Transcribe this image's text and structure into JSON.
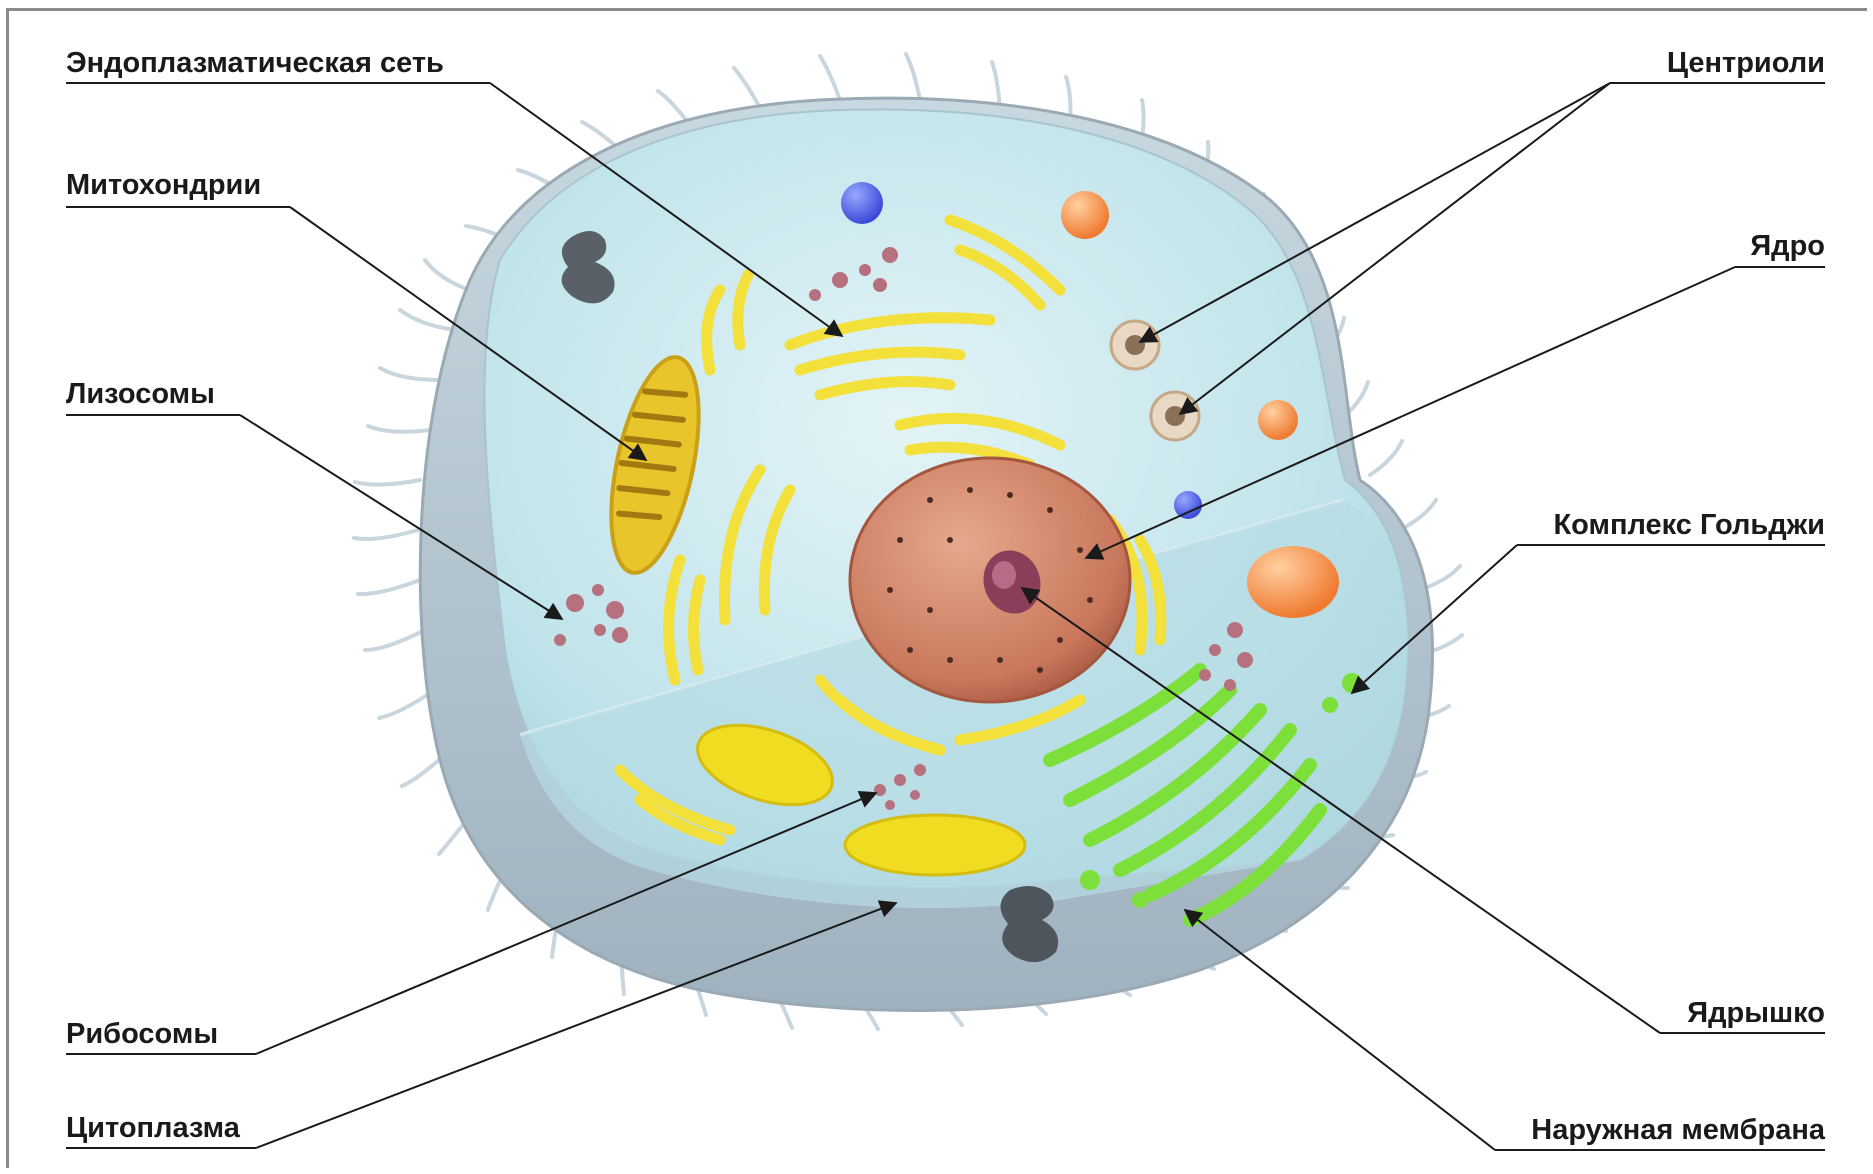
{
  "labels": {
    "endoplasmic_reticulum": "Эндоплазматическая сеть",
    "mitochondria": "Митохондрии",
    "lysosomes": "Лизосомы",
    "ribosomes": "Рибосомы",
    "cytoplasm": "Цитоплазма",
    "centrioles": "Центриоли",
    "nucleus": "Ядро",
    "golgi": "Комплекс Гольджи",
    "nucleolus": "Ядрышко",
    "outer_membrane": "Наружная мембрана"
  },
  "colors": {
    "cytoplasm": "#bfe3ea",
    "membrane": "#aab8c2",
    "er": "#f3e03a",
    "golgi": "#7de03a",
    "nucleus": "#c9785c",
    "nucleolus": "#8a3e5a",
    "mitochondria": "#e8c52a",
    "leader": "#2b2b2b"
  }
}
